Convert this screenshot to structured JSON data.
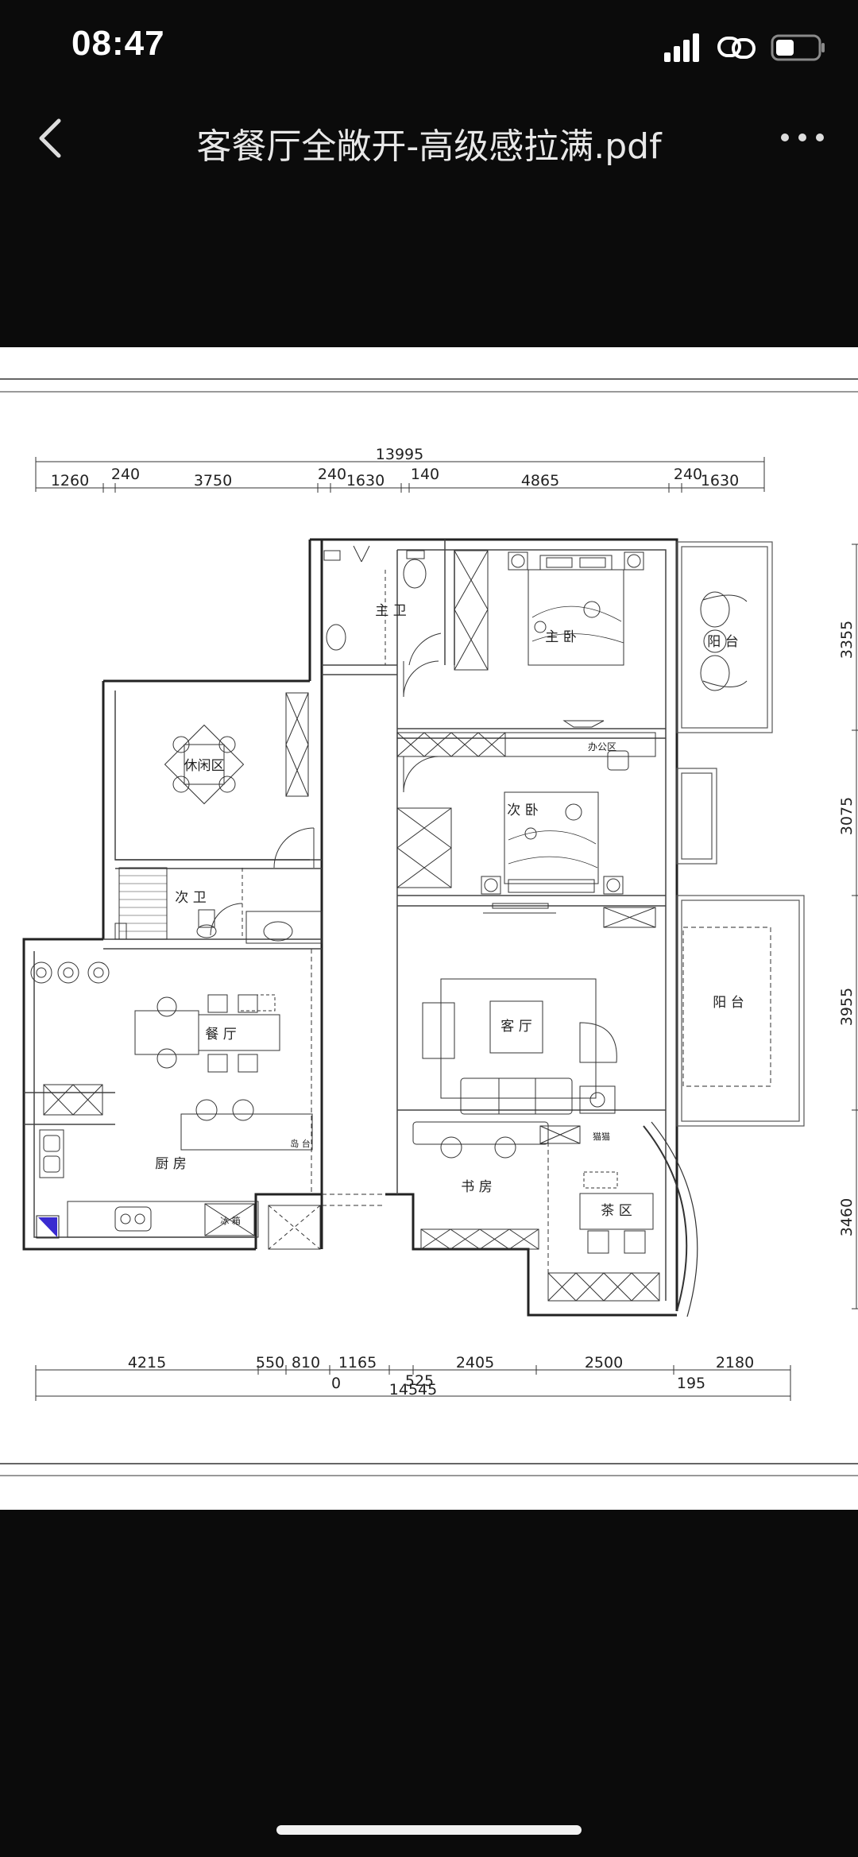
{
  "status": {
    "time": "08:47"
  },
  "header": {
    "title": "客餐厅全敞开-高级感拉满.pdf"
  },
  "icons": {
    "back": "chevron-left-icon",
    "more": "more-horizontal-icon",
    "signal": "signal-icon",
    "link": "link-icon",
    "battery": "battery-icon"
  },
  "plan": {
    "top_total": "13995",
    "top_dims": [
      "1260",
      "240",
      "3750",
      "240",
      "1630",
      "140",
      "4865",
      "240",
      "1630"
    ],
    "bottom_dims": [
      "4215",
      "550",
      "810",
      "1165",
      "2405",
      "2500",
      "2180"
    ],
    "bottom_sub": [
      "0",
      "525",
      "195"
    ],
    "bottom_total": "14545",
    "right_dims": [
      "3355",
      "3075",
      "3955",
      "3460"
    ],
    "rooms": {
      "master_bath": "主 卫",
      "master_bed": "主 卧",
      "balcony_1": "阳 台",
      "office": "办公区",
      "second_bed": "次 卧",
      "leisure": "休闲区",
      "second_bath": "次 卫",
      "dining": "餐 厅",
      "living": "客 厅",
      "balcony_2": "阳 台",
      "kitchen": "厨 房",
      "island": "岛 台",
      "study": "书 房",
      "tea": "茶 区",
      "cat": "猫猫",
      "fridge": "冰 箱"
    }
  }
}
